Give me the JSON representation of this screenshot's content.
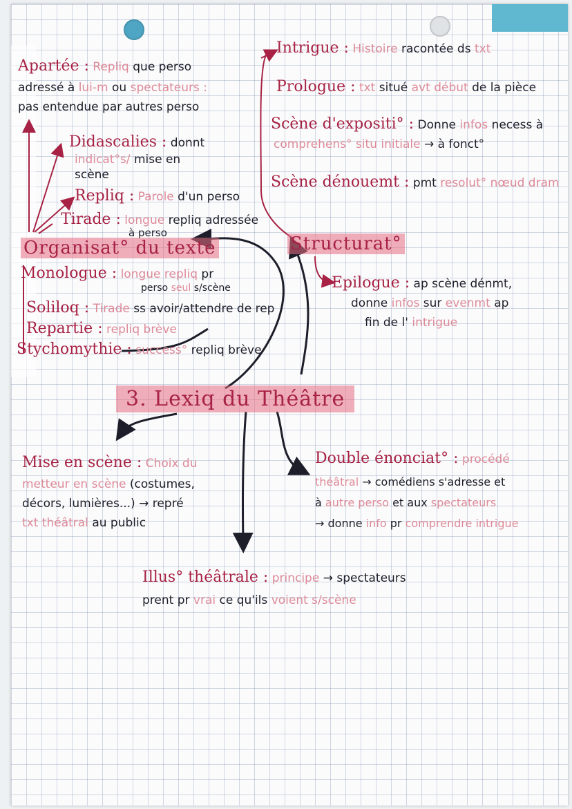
{
  "topic": "3. Lexiq du Théâtre",
  "left_section": {
    "heading": "Organisat° du texte",
    "items": [
      {
        "term": "Apartée :",
        "def1": "Repliq",
        "def2": "que perso",
        "def3": "adressé à",
        "def4": "lui-m",
        "def5": "ou",
        "def6": "spectateurs :",
        "def7": "pas entendue par autres perso"
      },
      {
        "term": "Didascalies :",
        "def1": "donnt",
        "def2": "indicat°s/",
        "def3": "mise en",
        "def4": "scène"
      },
      {
        "term": "Repliq :",
        "def1": "Parole",
        "def2": "d'un perso"
      },
      {
        "term": "Tirade :",
        "def1": "longue",
        "def2": "repliq adressée",
        "def3": "à perso"
      },
      {
        "term": "Monologue :",
        "def1": "longue repliq",
        "def2": "pr",
        "def3": "perso",
        "def4": "seul",
        "def5": "s/scène"
      },
      {
        "term": "Soliloq :",
        "def1": "Tirade",
        "def2": "ss avoir/attendre de rep"
      },
      {
        "term": "Repartie :",
        "def1": "repliq brève"
      },
      {
        "term": "Stychomythie :",
        "def1": "success°",
        "def2": "repliq brève"
      }
    ]
  },
  "right_section": {
    "heading": "Structurat°",
    "items": [
      {
        "term": "Intrigue :",
        "def1": "Histoire",
        "def2": "racontée ds",
        "def3": "txt"
      },
      {
        "term": "Prologue :",
        "def1": "txt",
        "def2": "situé",
        "def3": "avt début",
        "def4": "de la pièce"
      },
      {
        "term": "Scène d'expositi° :",
        "def1": "Donne",
        "def2": "infos",
        "def3": "necess à",
        "def4": "comprehens° situ initiale",
        "def5": "→ à fonct°"
      },
      {
        "term": "Scène dénouemt :",
        "def1": "pmt",
        "def2": "resolut° nœud dram"
      },
      {
        "term": "Epilogue :",
        "def1": "ap scène dénmt,",
        "def2": "donne",
        "def3": "infos",
        "def4": "sur",
        "def5": "evenmt",
        "def6": "ap",
        "def7": "fin de l'",
        "def8": "intrigue"
      }
    ]
  },
  "bottom_section": {
    "mise_en_scene": {
      "term": "Mise en scène :",
      "def1": "Choix du",
      "def2": "metteur en scène",
      "def3": "(costumes,",
      "def4": "décors, lumières...) → repré",
      "def5": "txt théâtral",
      "def6": "au public"
    },
    "double_enonciation": {
      "term": "Double énonciat° :",
      "def1": "procédé",
      "def2": "théâtral",
      "def3": "→ comédiens s'adresse et",
      "def4": "à",
      "def5": "autre perso",
      "def6": "et aux",
      "def7": "spectateurs",
      "def8": "→ donne",
      "def9": "info",
      "def10": "pr",
      "def11": "comprendre intrigue"
    },
    "illusion": {
      "term": "Illus° théâtrale :",
      "def1": "principe",
      "def2": "→ spectateurs",
      "def3": "prent pr",
      "def4": "vrai",
      "def5": "ce qu'ils",
      "def6": "voient s/scène"
    }
  },
  "colors": {
    "ink": "#1e1e2a",
    "pink": "#dd8a98",
    "red": "#b22c4a",
    "highlight": "#e66e82",
    "grid": "#788caf"
  },
  "icons": [
    "arrow-icon"
  ]
}
